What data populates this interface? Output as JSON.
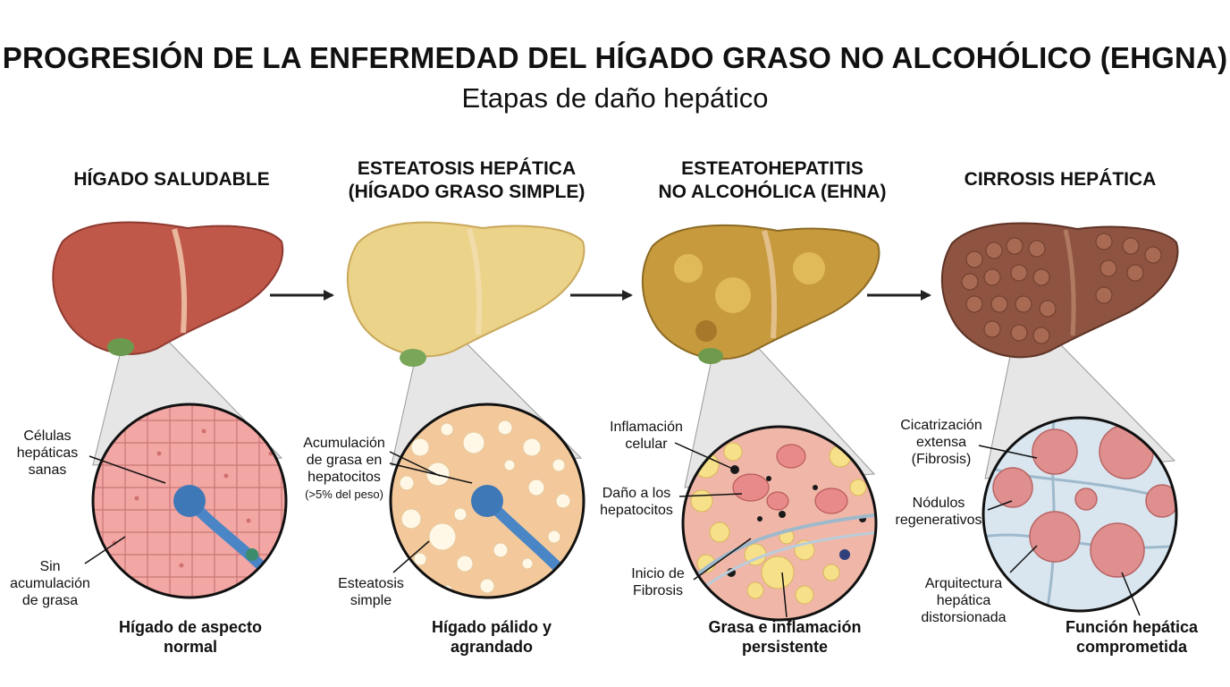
{
  "title": "PROGRESIÓN DE LA ENFERMEDAD DEL HÍGADO GRASO NO ALCOHÓLICO (EHGNA)",
  "subtitle": "Etapas de daño hepático",
  "stages": [
    {
      "title_lines": [
        "HÍGADO SALUDABLE"
      ],
      "labels": [
        {
          "lines": [
            "Células",
            "hepáticas",
            "sanas"
          ]
        },
        {
          "lines": [
            "Sin",
            "acumulación",
            "de grasa"
          ]
        }
      ],
      "caption_lines": [
        "Hígado de aspecto",
        "normal"
      ],
      "colors": {
        "liver": "#c0584a",
        "liver_dark": "#8e3a30",
        "tissue": "#f2a7a4",
        "tissue_line": "#c97775"
      }
    },
    {
      "title_lines": [
        "ESTEATOSIS HEPÁTICA",
        "(HÍGADO GRASO SIMPLE)"
      ],
      "labels": [
        {
          "lines": [
            "Acumulación",
            "de grasa en",
            "hepatocitos"
          ],
          "note": "(>5% del peso)"
        },
        {
          "lines": [
            "Esteatosis",
            "simple"
          ]
        }
      ],
      "caption_lines": [
        "Hígado pálido y",
        "agrandado"
      ],
      "colors": {
        "liver": "#ecd38a",
        "liver_dark": "#c9a85a",
        "tissue": "#f3c99c",
        "tissue_line": "#d59b6c"
      }
    },
    {
      "title_lines": [
        "ESTEATOHEPATITIS",
        "NO ALCOHÓLICA (EHNA)"
      ],
      "labels": [
        {
          "lines": [
            "Inflamación",
            "celular"
          ]
        },
        {
          "lines": [
            "Daño a los",
            "hepatocitos"
          ]
        },
        {
          "lines": [
            "Inicio de",
            "Fibrosis"
          ]
        }
      ],
      "caption_lines": [
        "Grasa e inflamación",
        "persistente"
      ],
      "colors": {
        "liver": "#c79a3e",
        "liver_dark": "#8b6a24",
        "tissue": "#f0b7a8",
        "tissue_line": "#c98876"
      }
    },
    {
      "title_lines": [
        "CIRROSIS HEPÁTICA"
      ],
      "labels": [
        {
          "lines": [
            "Cicatrización",
            "extensa",
            "(Fibrosis)"
          ]
        },
        {
          "lines": [
            "Nódulos",
            "regenerativos"
          ]
        },
        {
          "lines": [
            "Arquitectura",
            "hepática",
            "distorsionada"
          ]
        }
      ],
      "caption_lines": [
        "Función hepática",
        "comprometida"
      ],
      "colors": {
        "liver": "#8e5441",
        "liver_dark": "#5e3326",
        "tissue": "#d9e6ef",
        "tissue_line": "#9fb9cc"
      }
    }
  ]
}
